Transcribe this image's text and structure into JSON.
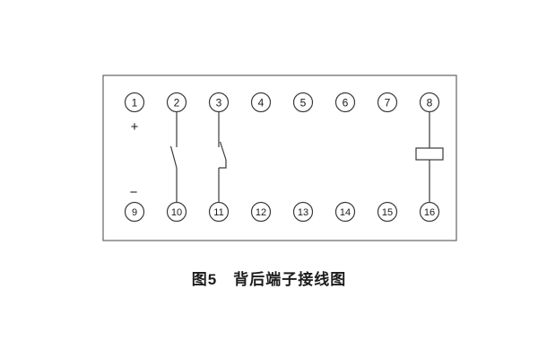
{
  "figure": {
    "caption": "图5　背后端子接线图",
    "polarity_plus": "+",
    "polarity_minus": "−",
    "terminals_top": [
      "1",
      "2",
      "3",
      "4",
      "5",
      "6",
      "7",
      "8"
    ],
    "terminals_bottom": [
      "9",
      "10",
      "11",
      "12",
      "13",
      "14",
      "15",
      "16"
    ],
    "components": [
      {
        "name": "open-contact-symbol",
        "between_terminals": "2-10"
      },
      {
        "name": "hooked-contact-symbol",
        "between_terminals": "3-11"
      },
      {
        "name": "coil-resistor-symbol",
        "between_terminals": "8-16"
      }
    ],
    "colors": {
      "line": "#3a3a3a",
      "border": "#555555",
      "background": "#ffffff"
    }
  }
}
